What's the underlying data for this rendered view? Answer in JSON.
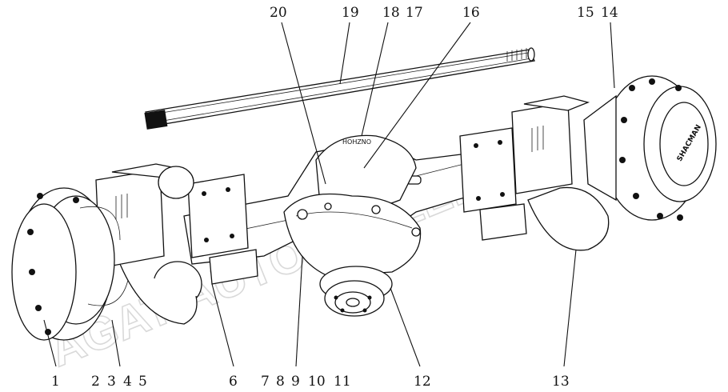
{
  "watermark": "AGAT-AUTODEALER.RU",
  "hub_logo": "SHACMAN",
  "housing_mark": "HOHZNO",
  "labels": {
    "l1": "1",
    "l2": "2",
    "l3": "3",
    "l4": "4",
    "l5": "5",
    "l6": "6",
    "l7": "7",
    "l8": "8",
    "l9": "9",
    "l10": "10",
    "l11": "11",
    "l12": "12",
    "l13": "13",
    "l14": "14",
    "l15": "15",
    "l16": "16",
    "l17": "17",
    "l18": "18",
    "l19": "19",
    "l20": "20"
  }
}
